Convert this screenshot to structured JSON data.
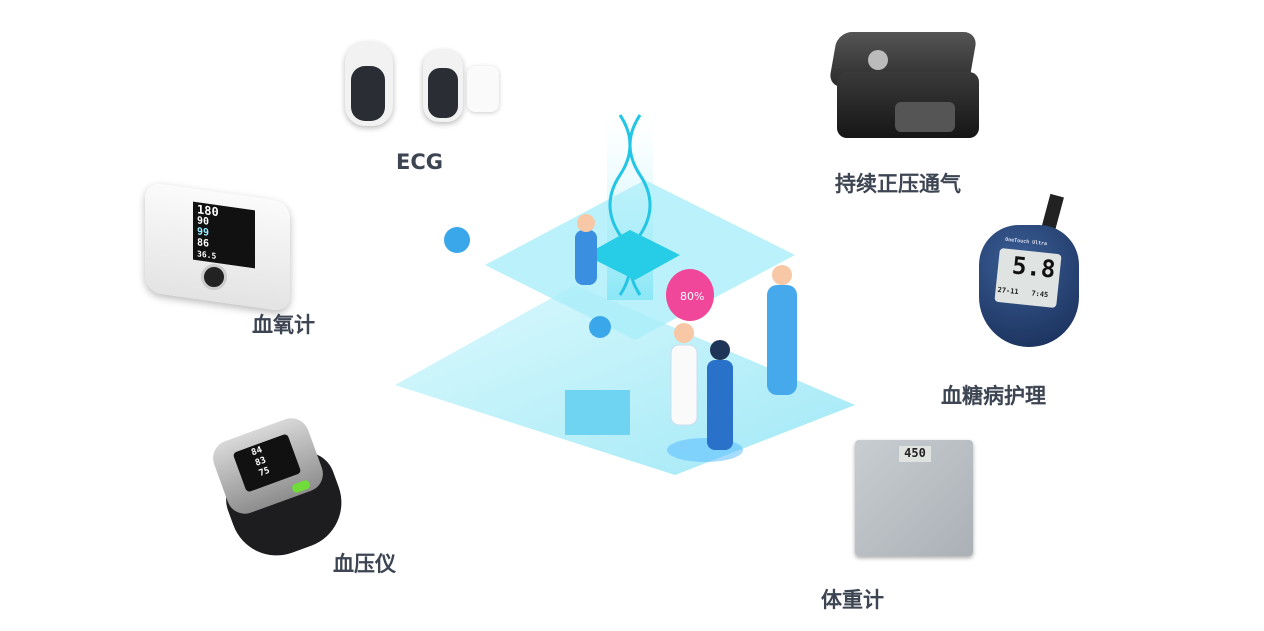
{
  "labels": {
    "ecg": "ECG",
    "cpap": "持续正压通气",
    "oximeter": "血氧计",
    "glucose": "血糖病护理",
    "bp": "血压仪",
    "scale": "体重计"
  },
  "devices": {
    "monitor_readings": [
      "180",
      "90",
      "99",
      "86",
      "36.5"
    ],
    "glucometer": {
      "brand": "OneTouch Ultra",
      "value": "5.8",
      "date": "27-11",
      "time": "7:45"
    },
    "scale_value": "450",
    "bp_readings": [
      "84",
      "83",
      "75"
    ],
    "center_badge": "80%"
  },
  "colors": {
    "label": "#3d4452",
    "accent": "#2ecbe8",
    "pink": "#f0479a"
  }
}
